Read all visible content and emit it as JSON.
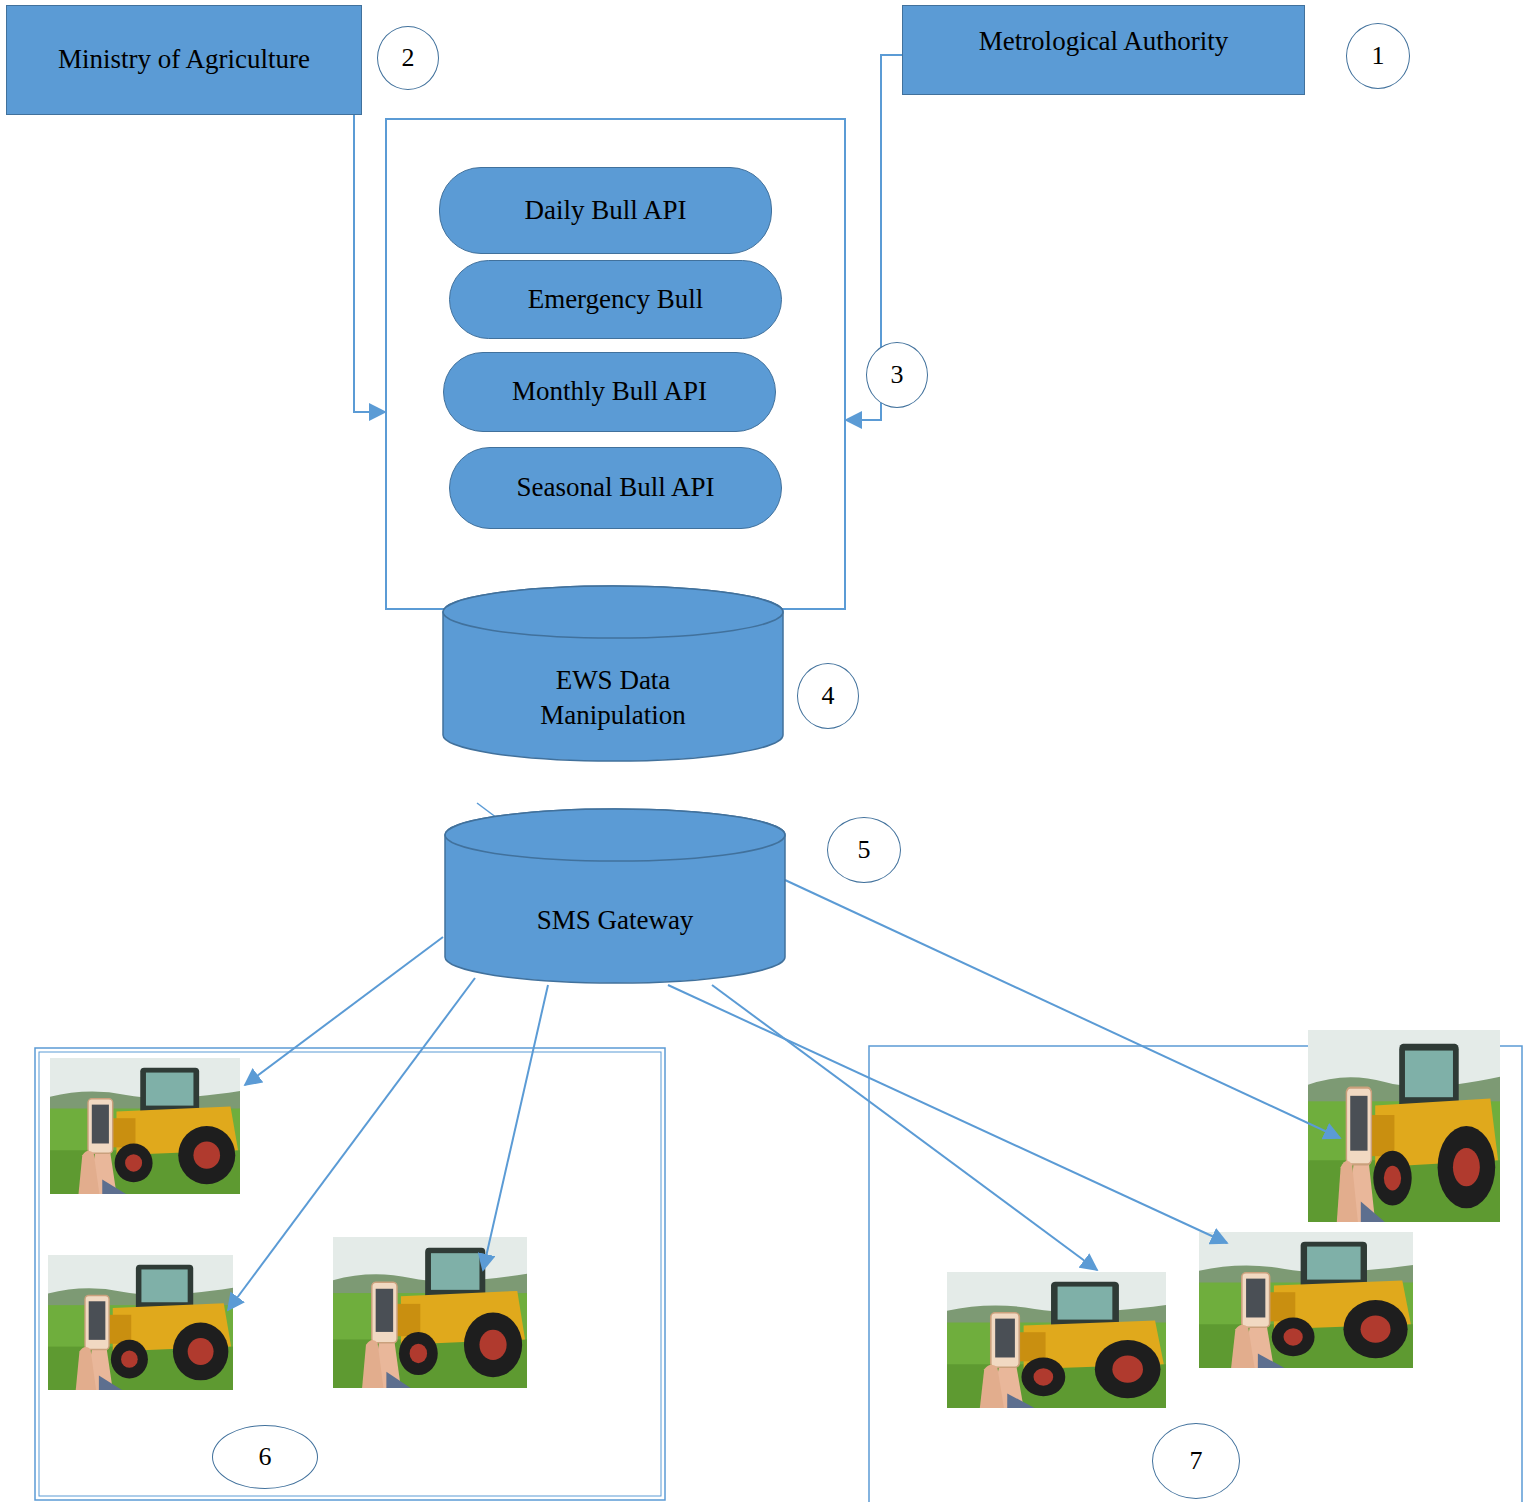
{
  "diagram": {
    "nodes": [
      {
        "text": [
          "Ministry of Agriculture"
        ]
      },
      {
        "text": [
          "Metrological Authority"
        ]
      },
      {
        "text": []
      },
      {
        "text": [
          "Daily Bull API"
        ],
        "in": 2
      },
      {
        "text": [
          "Emergency Bull"
        ],
        "in": 2
      },
      {
        "text": [
          "Monthly Bull API"
        ],
        "in": 2
      },
      {
        "text": [
          "Seasonal Bull API"
        ],
        "in": 2
      },
      {
        "text": [
          "EWS Data Manipulation"
        ]
      },
      {
        "text": [
          "SMS Gateway"
        ]
      }
    ],
    "edges": [
      {
        "from": 0,
        "to": 2,
        "arrow": "to"
      },
      {
        "from": 1,
        "to": 2,
        "arrow": "to"
      },
      {
        "from": 5,
        "to": 6,
        "arrow": "none"
      }
    ],
    "labels": [
      "1",
      "2",
      "3",
      "4",
      "5",
      "6",
      "7"
    ]
  }
}
